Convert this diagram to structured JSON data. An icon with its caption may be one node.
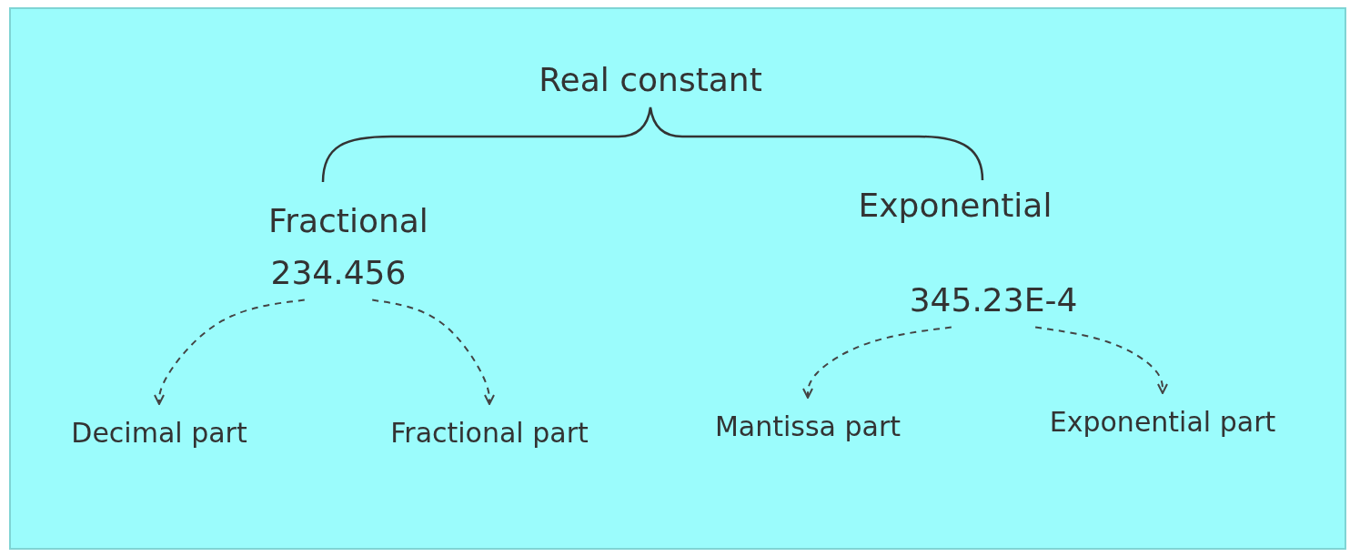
{
  "diagram": {
    "nodes": [
      {
        "text": [
          "234.456"
        ]
      },
      {
        "text": [
          "345.23E-4"
        ]
      },
      {
        "text": [
          "Decimal part"
        ]
      },
      {
        "text": [
          "Fractional part"
        ]
      },
      {
        "text": [
          "Mantissa part"
        ]
      },
      {
        "text": [
          "Exponential part"
        ]
      }
    ],
    "edges": [
      {
        "from": 0,
        "to": 2,
        "arrow": "to",
        "style": "dashed"
      },
      {
        "from": 0,
        "to": 3,
        "arrow": "to",
        "style": "dashed"
      },
      {
        "from": 1,
        "to": 4,
        "arrow": "to",
        "style": "dashed"
      },
      {
        "from": 1,
        "to": 5,
        "arrow": "to",
        "style": "dashed"
      }
    ],
    "labels": [
      "Real constant",
      "Fractional",
      "Exponential"
    ]
  }
}
